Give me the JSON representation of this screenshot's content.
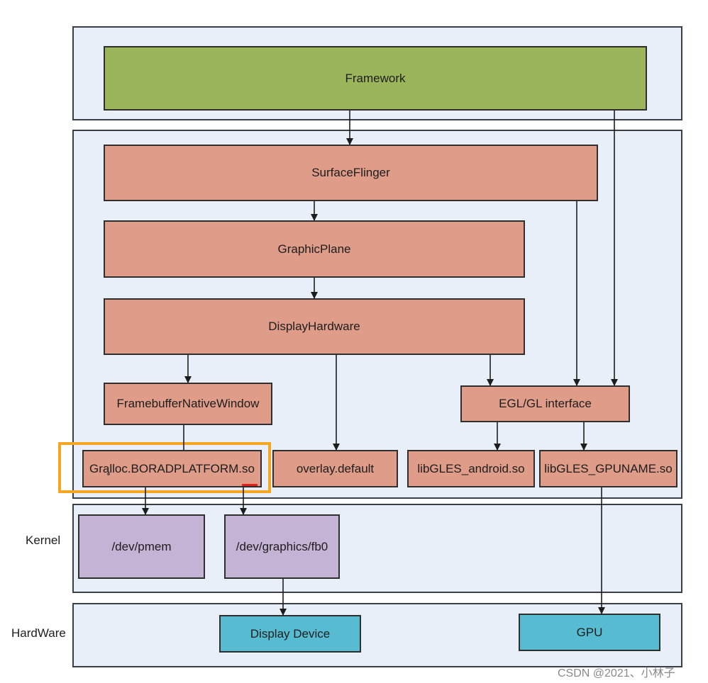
{
  "framework": {
    "label": "Framework"
  },
  "native": {
    "surfaceflinger": "SurfaceFlinger",
    "graphicplane": "GraphicPlane",
    "displayhardware": "DisplayHardware",
    "fbnativewindow": "FramebufferNativeWindow",
    "egl_interface": "EGL/GL interface",
    "gralloc": "Gralloc.BORADPLATFORM.so",
    "overlay": "overlay.default",
    "libgles_android": "libGLES_android.so",
    "libgles_gpuname": "libGLES_GPUNAME.so"
  },
  "kernel": {
    "label": "Kernel",
    "pmem": "/dev/pmem",
    "fb0": "/dev/graphics/fb0"
  },
  "hardware": {
    "label": "HardWare",
    "display_device": "Display Device",
    "gpu": "GPU"
  },
  "watermark": "CSDN @2021、小林子",
  "colors": {
    "framework": "#9bb55a",
    "native": "#df9c88",
    "kernel": "#c4b3d4",
    "hardware": "#57bcd2",
    "layer_bg": "#e9eff8",
    "highlight": "#f5a623",
    "underline": "#e5201b"
  }
}
